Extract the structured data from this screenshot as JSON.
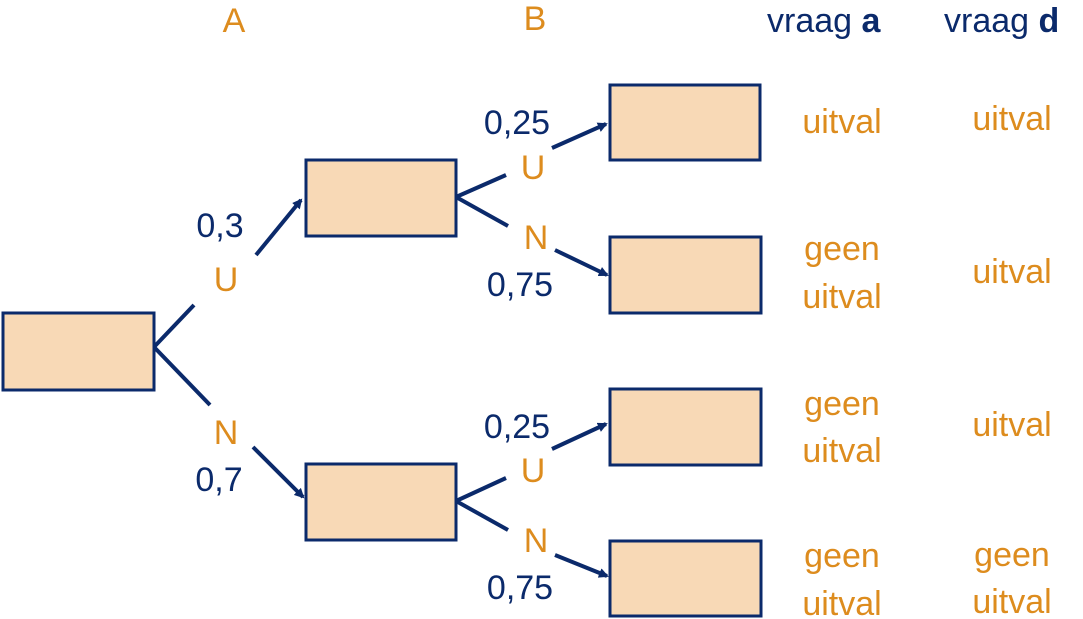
{
  "colors": {
    "orange": "#dd8c1e",
    "navy": "#0b2a6b",
    "box_fill": "#f8d9b6",
    "box_stroke": "#0b2a6b"
  },
  "headers": {
    "col_a": "A",
    "col_b": "B",
    "vraag_a_prefix": "vraag ",
    "vraag_a_letter": "a",
    "vraag_d_prefix": "vraag ",
    "vraag_d_letter": "d"
  },
  "branches": {
    "a_upper": {
      "prob": "0,3",
      "letter": "U"
    },
    "a_lower": {
      "prob": "0,7",
      "letter": "N"
    },
    "b1_upper": {
      "prob": "0,25",
      "letter": "U"
    },
    "b1_lower": {
      "prob": "0,75",
      "letter": "N"
    },
    "b2_upper": {
      "prob": "0,25",
      "letter": "U"
    },
    "b2_lower": {
      "prob": "0,75",
      "letter": "N"
    }
  },
  "outcomes": {
    "vraag_a": [
      {
        "line1": "uitval",
        "line2": ""
      },
      {
        "line1": "geen",
        "line2": "uitval"
      },
      {
        "line1": "geen",
        "line2": "uitval"
      },
      {
        "line1": "geen",
        "line2": "uitval"
      }
    ],
    "vraag_d": [
      {
        "line1": "uitval",
        "line2": ""
      },
      {
        "line1": "uitval",
        "line2": ""
      },
      {
        "line1": "uitval",
        "line2": ""
      },
      {
        "line1": "geen",
        "line2": "uitval"
      }
    ]
  }
}
